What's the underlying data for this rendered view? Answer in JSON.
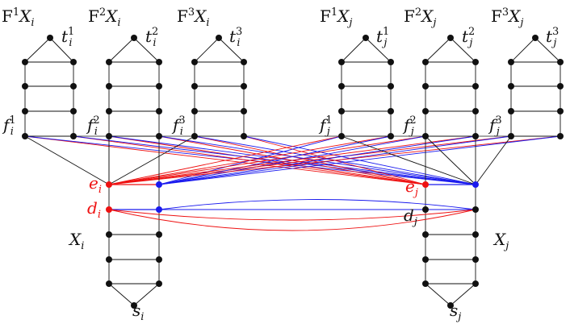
{
  "colors": {
    "black": "#111111",
    "red": "#ee1111",
    "blue": "#1a1aee"
  },
  "labels": {
    "F1Xi_F": "F",
    "F1Xi_sup": "1",
    "F1Xi_X": "X",
    "F1Xi_sub": "i",
    "F2Xi_F": "F",
    "F2Xi_sup": "2",
    "F2Xi_X": "X",
    "F2Xi_sub": "i",
    "F3Xi_F": "F",
    "F3Xi_sup": "3",
    "F3Xi_X": "X",
    "F3Xi_sub": "i",
    "F1Xj_F": "F",
    "F1Xj_sup": "1",
    "F1Xj_X": "X",
    "F1Xj_sub": "j",
    "F2Xj_F": "F",
    "F2Xj_sup": "2",
    "F2Xj_X": "X",
    "F2Xj_sub": "j",
    "F3Xj_F": "F",
    "F3Xj_sup": "3",
    "F3Xj_X": "X",
    "F3Xj_sub": "j",
    "t_i1": "t",
    "t_i1_sup": "1",
    "t_i1_sub": "i",
    "t_i2": "t",
    "t_i2_sup": "2",
    "t_i2_sub": "i",
    "t_i3": "t",
    "t_i3_sup": "3",
    "t_i3_sub": "i",
    "t_j1": "t",
    "t_j1_sup": "1",
    "t_j1_sub": "j",
    "t_j2": "t",
    "t_j2_sup": "2",
    "t_j2_sub": "j",
    "t_j3": "t",
    "t_j3_sup": "3",
    "t_j3_sub": "j",
    "f_i1": "f",
    "f_i1_sup": "1",
    "f_i1_sub": "i",
    "f_i2": "f",
    "f_i2_sup": "2",
    "f_i2_sub": "i",
    "f_i3": "f",
    "f_i3_sup": "3",
    "f_i3_sub": "i",
    "f_j1": "f",
    "f_j1_sup": "1",
    "f_j1_sub": "j",
    "f_j2": "f",
    "f_j2_sup": "2",
    "f_j2_sub": "j",
    "f_j3": "f",
    "f_j3_sup": "3",
    "f_j3_sub": "j",
    "e_i": "e",
    "e_i_sub": "i",
    "d_i": "d",
    "d_i_sub": "i",
    "e_j": "e",
    "e_j_sub": "j",
    "d_j": "d",
    "d_j_sub": "j",
    "X_i": "X",
    "X_i_sub": "i",
    "X_j": "X",
    "X_j_sub": "j",
    "s_i": "s",
    "s_i_sub": "i",
    "s_j": "s",
    "s_j_sub": "j"
  }
}
